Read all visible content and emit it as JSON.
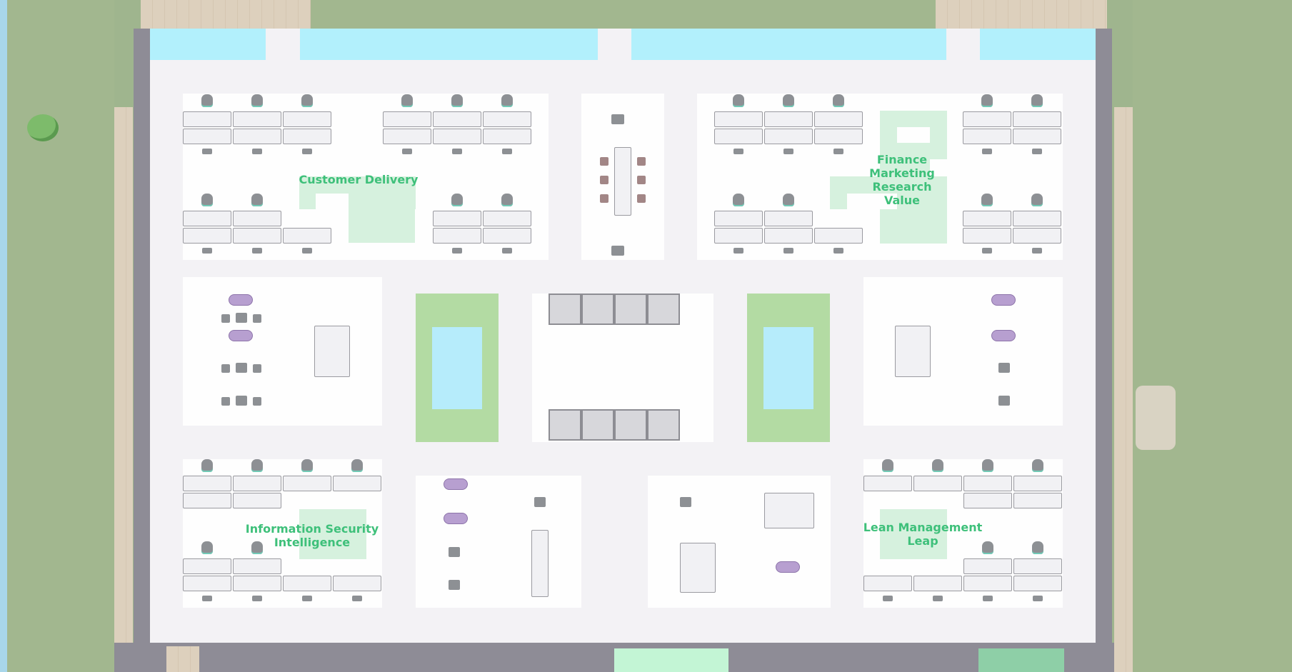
{
  "map": {
    "zones": [
      {
        "label": "Customer Delivery"
      },
      {
        "label": "Finance Marketing Research Value"
      },
      {
        "label": "Information Security Intelligence"
      },
      {
        "label": "Lean Management Leap"
      }
    ]
  },
  "colors": {
    "zone_label": "#3ec07a",
    "zone_fill": "#d6f1de",
    "floor": "#f3f2f5",
    "window": "#b2f0fc",
    "wall": "#8e8c96",
    "grass": "#a2b78f",
    "water": "#a8d6ea",
    "planter": "#b3dba3",
    "sofa": "#b79fd0"
  },
  "icons": [
    "desk-icon",
    "office-chair-icon",
    "meeting-table-icon",
    "sofa-icon",
    "tree-icon",
    "planter-icon",
    "cubicle-icon"
  ]
}
